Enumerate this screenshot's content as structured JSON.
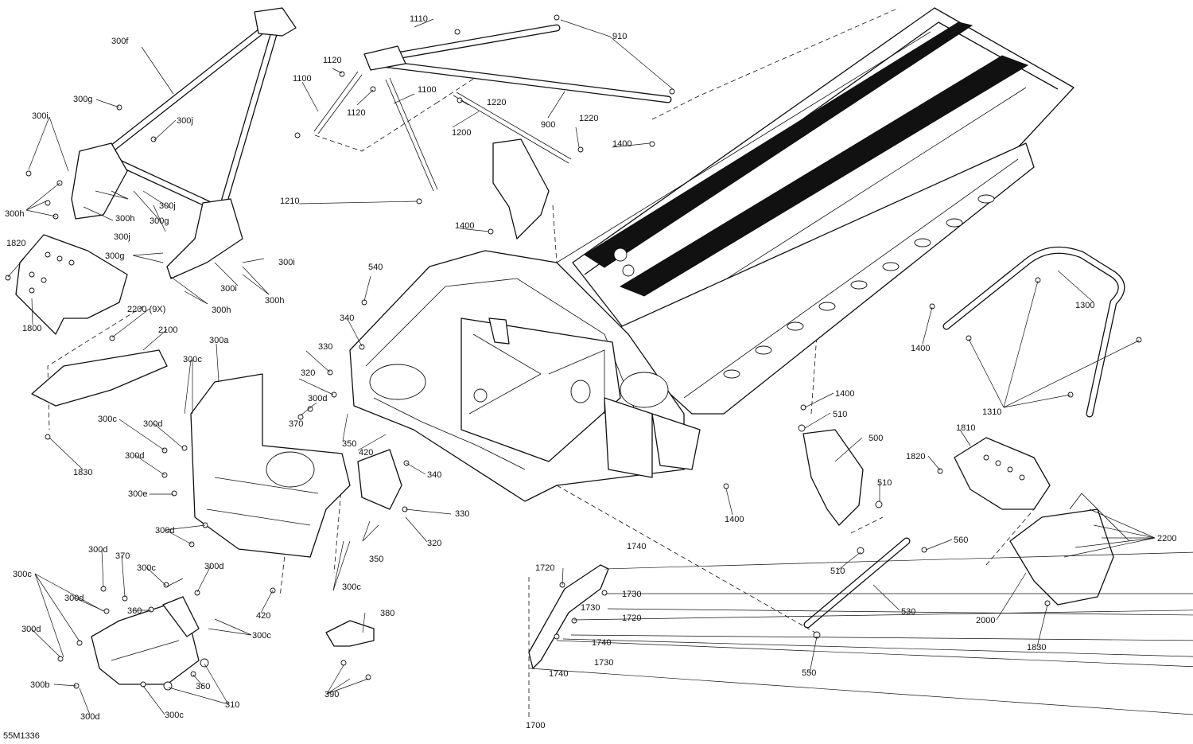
{
  "drawing_id": "55M1336",
  "callouts": [
    {
      "id": "c300f",
      "text": "300f"
    },
    {
      "id": "c300g_a",
      "text": "300g"
    },
    {
      "id": "c300i_a",
      "text": "300i"
    },
    {
      "id": "c300j_a",
      "text": "300j"
    },
    {
      "id": "c300h_a",
      "text": "300h"
    },
    {
      "id": "c300j_b",
      "text": "300j"
    },
    {
      "id": "c300h_b",
      "text": "300h"
    },
    {
      "id": "c300g_b",
      "text": "300g"
    },
    {
      "id": "c300j_c",
      "text": "300j"
    },
    {
      "id": "c300g_c",
      "text": "300g"
    },
    {
      "id": "c300i_b",
      "text": "300i"
    },
    {
      "id": "c300i_c",
      "text": "300i"
    },
    {
      "id": "c300h_c",
      "text": "300h"
    },
    {
      "id": "c300h_d",
      "text": "300h"
    },
    {
      "id": "c1820_a",
      "text": "1820"
    },
    {
      "id": "c1800",
      "text": "1800"
    },
    {
      "id": "c2200_9x",
      "text": "2200 (9X)"
    },
    {
      "id": "c2100",
      "text": "2100"
    },
    {
      "id": "c1830_a",
      "text": "1830"
    },
    {
      "id": "c300a",
      "text": "300a"
    },
    {
      "id": "c300c_a",
      "text": "300c"
    },
    {
      "id": "c300c_b",
      "text": "300c"
    },
    {
      "id": "c300d_a",
      "text": "300d"
    },
    {
      "id": "c300d_b",
      "text": "300d"
    },
    {
      "id": "c300e",
      "text": "300e"
    },
    {
      "id": "c300d_c",
      "text": "300d"
    },
    {
      "id": "c1110",
      "text": "1110"
    },
    {
      "id": "c910",
      "text": "910"
    },
    {
      "id": "c1120_a",
      "text": "1120"
    },
    {
      "id": "c1100_a",
      "text": "1100"
    },
    {
      "id": "c1100_b",
      "text": "1100"
    },
    {
      "id": "c1120_b",
      "text": "1120"
    },
    {
      "id": "c1220_a",
      "text": "1220"
    },
    {
      "id": "c1200",
      "text": "1200"
    },
    {
      "id": "c900",
      "text": "900"
    },
    {
      "id": "c1220_b",
      "text": "1220"
    },
    {
      "id": "c1400_a",
      "text": "1400"
    },
    {
      "id": "c1210",
      "text": "1210"
    },
    {
      "id": "c1400_b",
      "text": "1400"
    },
    {
      "id": "c540",
      "text": "540"
    },
    {
      "id": "c340_a",
      "text": "340"
    },
    {
      "id": "c330_a",
      "text": "330"
    },
    {
      "id": "c320_a",
      "text": "320"
    },
    {
      "id": "c300d_d",
      "text": "300d"
    },
    {
      "id": "c370_a",
      "text": "370"
    },
    {
      "id": "c350_a",
      "text": "350"
    },
    {
      "id": "c420_a",
      "text": "420"
    },
    {
      "id": "c340_b",
      "text": "340"
    },
    {
      "id": "c330_b",
      "text": "330"
    },
    {
      "id": "c320_b",
      "text": "320"
    },
    {
      "id": "c350_b",
      "text": "350"
    },
    {
      "id": "c300c_c",
      "text": "300c"
    },
    {
      "id": "c420_b",
      "text": "420"
    },
    {
      "id": "c1300",
      "text": "1300"
    },
    {
      "id": "c1400_c",
      "text": "1400"
    },
    {
      "id": "c1310",
      "text": "1310"
    },
    {
      "id": "c1400_d",
      "text": "1400"
    },
    {
      "id": "c510_a",
      "text": "510"
    },
    {
      "id": "c500",
      "text": "500"
    },
    {
      "id": "c510_b",
      "text": "510"
    },
    {
      "id": "c1400_e",
      "text": "1400"
    },
    {
      "id": "c510_c",
      "text": "510"
    },
    {
      "id": "c560",
      "text": "560"
    },
    {
      "id": "c530",
      "text": "530"
    },
    {
      "id": "c550",
      "text": "550"
    },
    {
      "id": "c1810",
      "text": "1810"
    },
    {
      "id": "c1820_b",
      "text": "1820"
    },
    {
      "id": "c2200",
      "text": "2200"
    },
    {
      "id": "c2000",
      "text": "2000"
    },
    {
      "id": "c1830_b",
      "text": "1830"
    },
    {
      "id": "c1740_a",
      "text": "1740"
    },
    {
      "id": "c1720_a",
      "text": "1720"
    },
    {
      "id": "c1730_a",
      "text": "1730"
    },
    {
      "id": "c1720_b",
      "text": "1720"
    },
    {
      "id": "c1730_b",
      "text": "1730"
    },
    {
      "id": "c1740_b",
      "text": "1740"
    },
    {
      "id": "c1730_c",
      "text": "1730"
    },
    {
      "id": "c1740_c",
      "text": "1740"
    },
    {
      "id": "c1700",
      "text": "1700"
    },
    {
      "id": "c380",
      "text": "380"
    },
    {
      "id": "c390",
      "text": "390"
    },
    {
      "id": "c300d_e",
      "text": "300d"
    },
    {
      "id": "c370_b",
      "text": "370"
    },
    {
      "id": "c300c_d",
      "text": "300c"
    },
    {
      "id": "c300d_f",
      "text": "300d"
    },
    {
      "id": "c300c_e",
      "text": "300c"
    },
    {
      "id": "c300d_g",
      "text": "300d"
    },
    {
      "id": "c360_a",
      "text": "360"
    },
    {
      "id": "c300c_f",
      "text": "300c"
    },
    {
      "id": "c300d_h",
      "text": "300d"
    },
    {
      "id": "c300b",
      "text": "300b"
    },
    {
      "id": "c360_b",
      "text": "360"
    },
    {
      "id": "c310",
      "text": "310"
    },
    {
      "id": "c300d_i",
      "text": "300d"
    },
    {
      "id": "c300c_g",
      "text": "300c"
    }
  ]
}
